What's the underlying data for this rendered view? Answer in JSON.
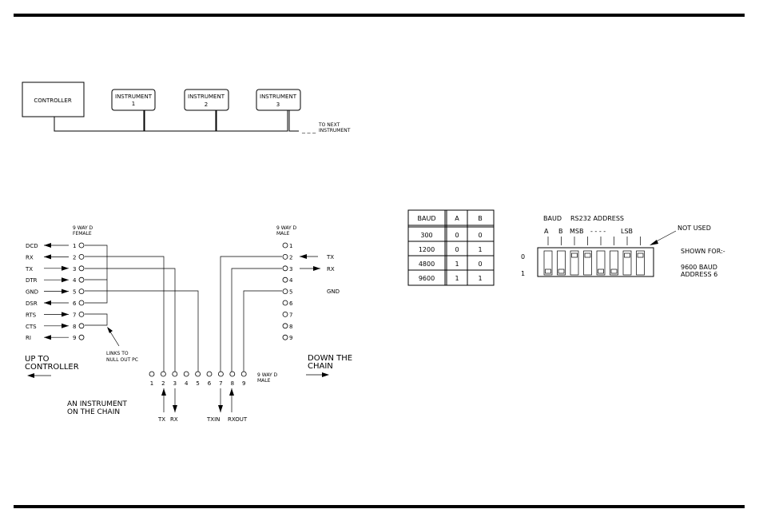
{
  "chain": {
    "controller": "CONTROLLER",
    "instruments": [
      {
        "line1": "INSTRUMENT",
        "line2": "1"
      },
      {
        "line1": "INSTRUMENT",
        "line2": "2"
      },
      {
        "line1": "INSTRUMENT",
        "line2": "3"
      }
    ],
    "next_line1": "TO NEXT",
    "next_line2": "INSTRUMENT",
    "dashes": "_ _ _"
  },
  "female": {
    "title1": "9 WAY D",
    "title2": "FEMALE",
    "signals": [
      "DCD",
      "RX",
      "TX",
      "DTR",
      "GND",
      "DSR",
      "RTS",
      "CTS",
      "RI"
    ],
    "pins": [
      "1",
      "2",
      "3",
      "4",
      "5",
      "6",
      "7",
      "8",
      "9"
    ]
  },
  "male_top": {
    "title1": "9 WAY D",
    "title2": "MALE",
    "pins": [
      "1",
      "2",
      "3",
      "4",
      "5",
      "6",
      "7",
      "8",
      "9"
    ],
    "labels": {
      "tx": "TX",
      "rx": "RX",
      "gnd": "GND"
    }
  },
  "bottom": {
    "pins": [
      "1",
      "2",
      "3",
      "4",
      "5",
      "6",
      "7",
      "8",
      "9"
    ],
    "title1": "9 WAY D",
    "title2": "MALE",
    "tx": "TX",
    "rx": "RX",
    "txin": "TXIN",
    "rxout": "RXOUT"
  },
  "links_note": {
    "line1": "LINKS TO",
    "line2": "NULL OUT PC"
  },
  "up": {
    "line1": "UP TO",
    "line2": "CONTROLLER"
  },
  "down": {
    "line1": "DOWN THE",
    "line2": "CHAIN"
  },
  "instrument_note": {
    "line1": "AN INSTRUMENT",
    "line2": "ON THE CHAIN"
  },
  "baud_table": {
    "headers": [
      "BAUD",
      "A",
      "B"
    ],
    "rows": [
      [
        "300",
        "0",
        "0"
      ],
      [
        "1200",
        "0",
        "1"
      ],
      [
        "4800",
        "1",
        "0"
      ],
      [
        "9600",
        "1",
        "1"
      ]
    ]
  },
  "dip": {
    "baud": "BAUD",
    "rs232": "RS232 ADDRESS",
    "a": "A",
    "b": "B",
    "msb": "MSB",
    "dashes": "- - - -",
    "lsb": "LSB",
    "not_used": "NOT USED",
    "level0": "0",
    "level1": "1",
    "shown_for": "SHOWN FOR:-",
    "baud_val": "9600 BAUD",
    "address_val": "ADDRESS 6",
    "switch_states": [
      1,
      1,
      0,
      0,
      1,
      1,
      0,
      0
    ]
  }
}
